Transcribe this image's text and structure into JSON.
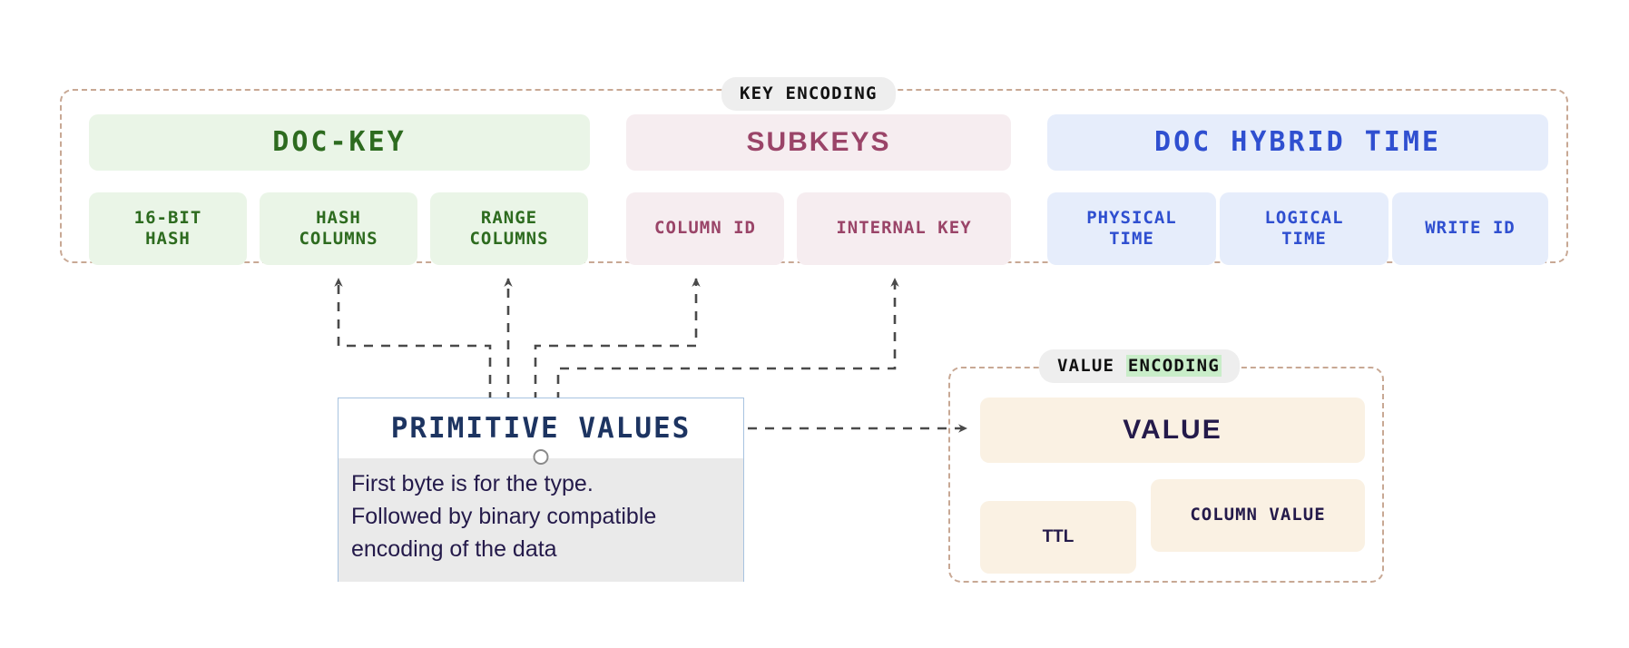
{
  "diagram": {
    "title_absent": true,
    "groups": [
      {
        "id": "key-encoding",
        "pill_label": "KEY ENCODING",
        "pill_label_plain": "KEY ENCODING",
        "frame_style": "dash-dot",
        "frame_color": "#c8a894"
      },
      {
        "id": "value-encoding",
        "pill_label_part1": "VALUE ",
        "pill_label_part2": "ENCODING",
        "pill_highlight_color": "#c9edc9",
        "frame_style": "dash-dot",
        "frame_color": "#c8a894"
      }
    ],
    "key_encoding": {
      "sections": [
        {
          "id": "doc-key",
          "header": "DOC-KEY",
          "header_color": "#2d6b1f",
          "fill": "#eaf5e7",
          "children": [
            {
              "id": "16-bit-hash",
              "label": "16-BIT\nHASH"
            },
            {
              "id": "hash-columns",
              "label": "HASH\nCOLUMNS"
            },
            {
              "id": "range-columns",
              "label": "RANGE\nCOLUMNS"
            }
          ]
        },
        {
          "id": "subkeys",
          "header": "SUBKEYS",
          "header_color": "#9a4468",
          "fill": "#f6edf0",
          "children": [
            {
              "id": "column-id",
              "label": "COLUMN ID"
            },
            {
              "id": "internal-key",
              "label": "INTERNAL KEY"
            }
          ]
        },
        {
          "id": "doc-hybrid-time",
          "header": "DOC HYBRID TIME",
          "header_color": "#2f4fd0",
          "fill": "#e6edfb",
          "children": [
            {
              "id": "physical-time",
              "label": "PHYSICAL\nTIME"
            },
            {
              "id": "logical-time",
              "label": "LOGICAL\nTIME"
            },
            {
              "id": "write-id",
              "label": "WRITE ID"
            }
          ]
        }
      ]
    },
    "value_encoding": {
      "header": "VALUE",
      "header_color": "#241a4a",
      "fill": "#faf1e3",
      "children": [
        {
          "id": "ttl",
          "label": "TTL"
        },
        {
          "id": "column-value",
          "label": "COLUMN VALUE"
        }
      ]
    },
    "primitive_values": {
      "title": "PRIMITIVE VALUES",
      "title_color": "#1d3461",
      "body": "First byte is for the type.\nFollowed by binary compatible\nencoding of the data",
      "border_color": "#a8c3e0",
      "body_fill": "#eaeaea"
    },
    "connectors": {
      "style": "dashed",
      "color": "#4a4a4a",
      "targets": [
        "hash-columns",
        "range-columns",
        "column-id",
        "internal-key",
        "value"
      ]
    }
  }
}
